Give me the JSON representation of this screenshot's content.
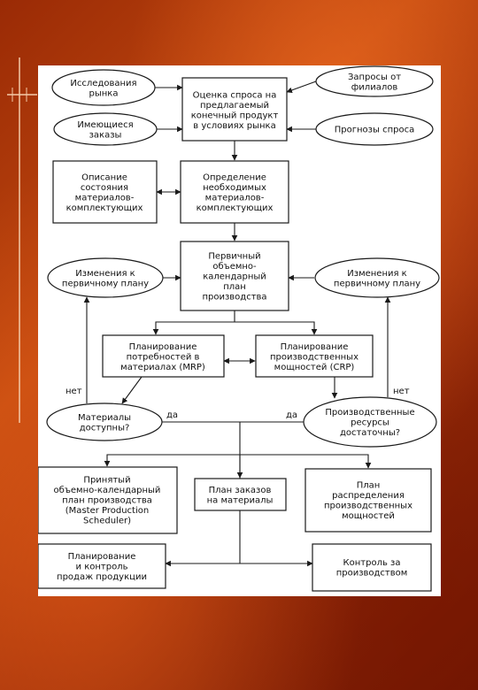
{
  "nodes": {
    "issledovaniya": [
      "Исследования",
      "рынка"
    ],
    "zaprosy": [
      "Запросы от",
      "филиалов"
    ],
    "imeyushchiesya": [
      "Имеющиеся",
      "заказы"
    ],
    "prognozy": [
      "Прогнозы спроса"
    ],
    "otsenka": [
      "Оценка спроса на",
      "предлагаемый",
      "конечный продукт",
      "в условиях рынка"
    ],
    "opisanie": [
      "Описание",
      "состояния",
      "материалов-",
      "комплектующих"
    ],
    "opredelenie": [
      "Определение",
      "необходимых",
      "материалов-",
      "комплектующих"
    ],
    "pervichny": [
      "Первичный",
      "объемно-",
      "календарный",
      "план",
      "производства"
    ],
    "izmeneniya_left": [
      "Изменения к",
      "первичному плану"
    ],
    "izmeneniya_right": [
      "Изменения к",
      "первичному плану"
    ],
    "mrp": [
      "Планирование",
      "потребностей в",
      "материалах (MRP)"
    ],
    "crp": [
      "Планирование",
      "производственных",
      "мощностей (CRP)"
    ],
    "materialy": [
      "Материалы",
      "доступны?"
    ],
    "resursy": [
      "Производственные",
      "ресурсы",
      "достаточны?"
    ],
    "prinyaty": [
      "Принятый",
      "объемно-календарный",
      "план производства",
      "(Master Production",
      "Scheduler)"
    ],
    "plan_zakazov": [
      "План заказов",
      "на материалы"
    ],
    "plan_raspredeleniya": [
      "План",
      "распределения",
      "производственных",
      "мощностей"
    ],
    "planirovanie_prodazh": [
      "Планирование",
      "и контроль",
      "продаж продукции"
    ],
    "kontrol": [
      "Контроль за",
      "производством"
    ]
  },
  "edge_labels": {
    "net_left": "нет",
    "da_left": "да",
    "da_right": "да",
    "net_right": "нет"
  }
}
